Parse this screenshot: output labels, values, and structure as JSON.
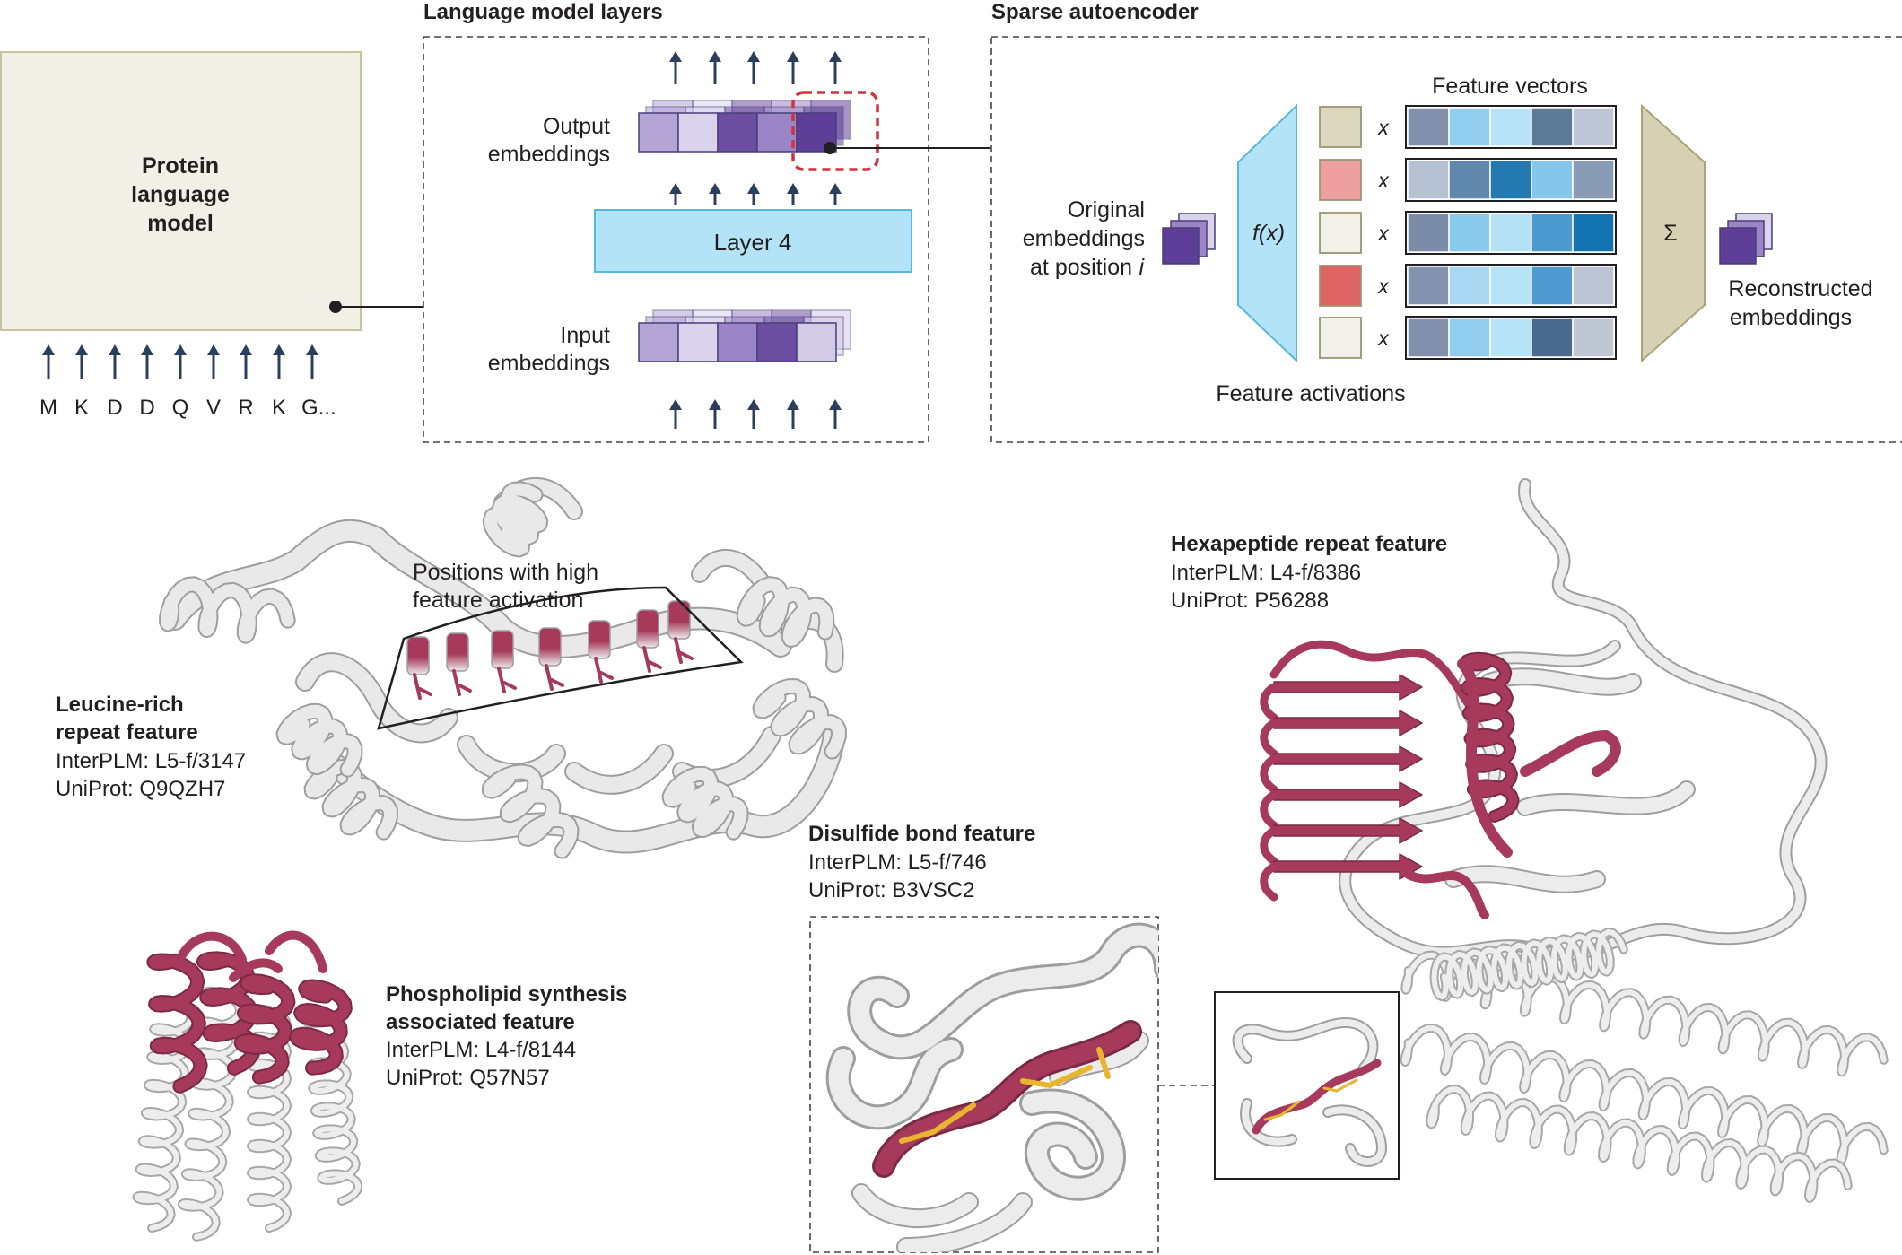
{
  "plm": {
    "title_lines": [
      "Protein",
      "language",
      "model"
    ],
    "sequence": [
      "M",
      "K",
      "D",
      "D",
      "Q",
      "V",
      "R",
      "K",
      "G..."
    ]
  },
  "layers": {
    "title": "Language model layers",
    "output_label": [
      "Output",
      "embeddings"
    ],
    "input_label": [
      "Input",
      "embeddings"
    ],
    "layer_label": "Layer 4"
  },
  "sae": {
    "title": "Sparse autoencoder",
    "feature_vectors": "Feature vectors",
    "feature_activations": "Feature activations",
    "original_label": [
      "Original",
      "embeddings",
      "at position"
    ],
    "position_var": "i",
    "encoder_label": "f(x)",
    "decoder_label": "Σ",
    "multiply": "x",
    "reconstructed_label": [
      "Reconstructed",
      "embeddings"
    ]
  },
  "features": {
    "leucine": {
      "title": [
        "Leucine-rich",
        "repeat feature"
      ],
      "interplm": "InterPLM: L5-f/3147",
      "uniprot": "UniProt: Q9QZH7"
    },
    "high_activation": [
      "Positions with high",
      "feature activation"
    ],
    "hexapeptide": {
      "title": [
        "Hexapeptide repeat feature"
      ],
      "interplm": "InterPLM: L4-f/8386",
      "uniprot": "UniProt: P56288"
    },
    "disulfide": {
      "title": [
        "Disulfide bond feature"
      ],
      "interplm": "InterPLM: L5-f/746",
      "uniprot": "UniProt: B3VSC2"
    },
    "phospholipid": {
      "title": [
        "Phospholipid synthesis",
        "associated feature"
      ],
      "interplm": "InterPLM: L4-f/8144",
      "uniprot": "UniProt: Q57N57"
    }
  },
  "colors": {
    "panel_fill": "#f0f0e6",
    "panel_stroke": "#c9c39a",
    "arrow": "#2b3f5c",
    "layer_fill": "#b3e3f6",
    "layer_stroke": "#56b8e0",
    "encoder_fill": "#b3e3f6",
    "decoder_fill": "#d5d1b2",
    "decoder_stroke": "#aaa37a",
    "highlight_red": "#d0333c",
    "protein_gray": "#e9e9e9",
    "protein_outline": "#9e9e9e",
    "protein_red": "#a73a5c",
    "sulfur": "#e8b52c",
    "emb_output": [
      "#b3a6d6",
      "#d9d4ec",
      "#6d4fa2",
      "#9a86c6",
      "#5e3f98"
    ],
    "emb_input": [
      "#b3a6d6",
      "#d9d4ec",
      "#9a86c6",
      "#6d4fa2",
      "#d2cbe6"
    ],
    "activations": [
      "#dcd8bf",
      "#ee9f9f",
      "#f1f1ea",
      "#df6565",
      "#f1f1ea"
    ],
    "feature_vectors": [
      [
        "#8191ad",
        "#90cdee",
        "#b7e3f7",
        "#5c7997",
        "#bec5d4"
      ],
      [
        "#b6c1d3",
        "#5f88ac",
        "#2479b0",
        "#86c6ea",
        "#8a9bb6"
      ],
      [
        "#7b8ca9",
        "#8acbed",
        "#b6e2f6",
        "#4c99cf",
        "#1474b3"
      ],
      [
        "#8393af",
        "#a9d7f2",
        "#b7e3f7",
        "#4f9bd0",
        "#bcc5d4"
      ],
      [
        "#8191ad",
        "#90cdee",
        "#b7e3f7",
        "#496a8c",
        "#bfc7d5"
      ]
    ]
  }
}
